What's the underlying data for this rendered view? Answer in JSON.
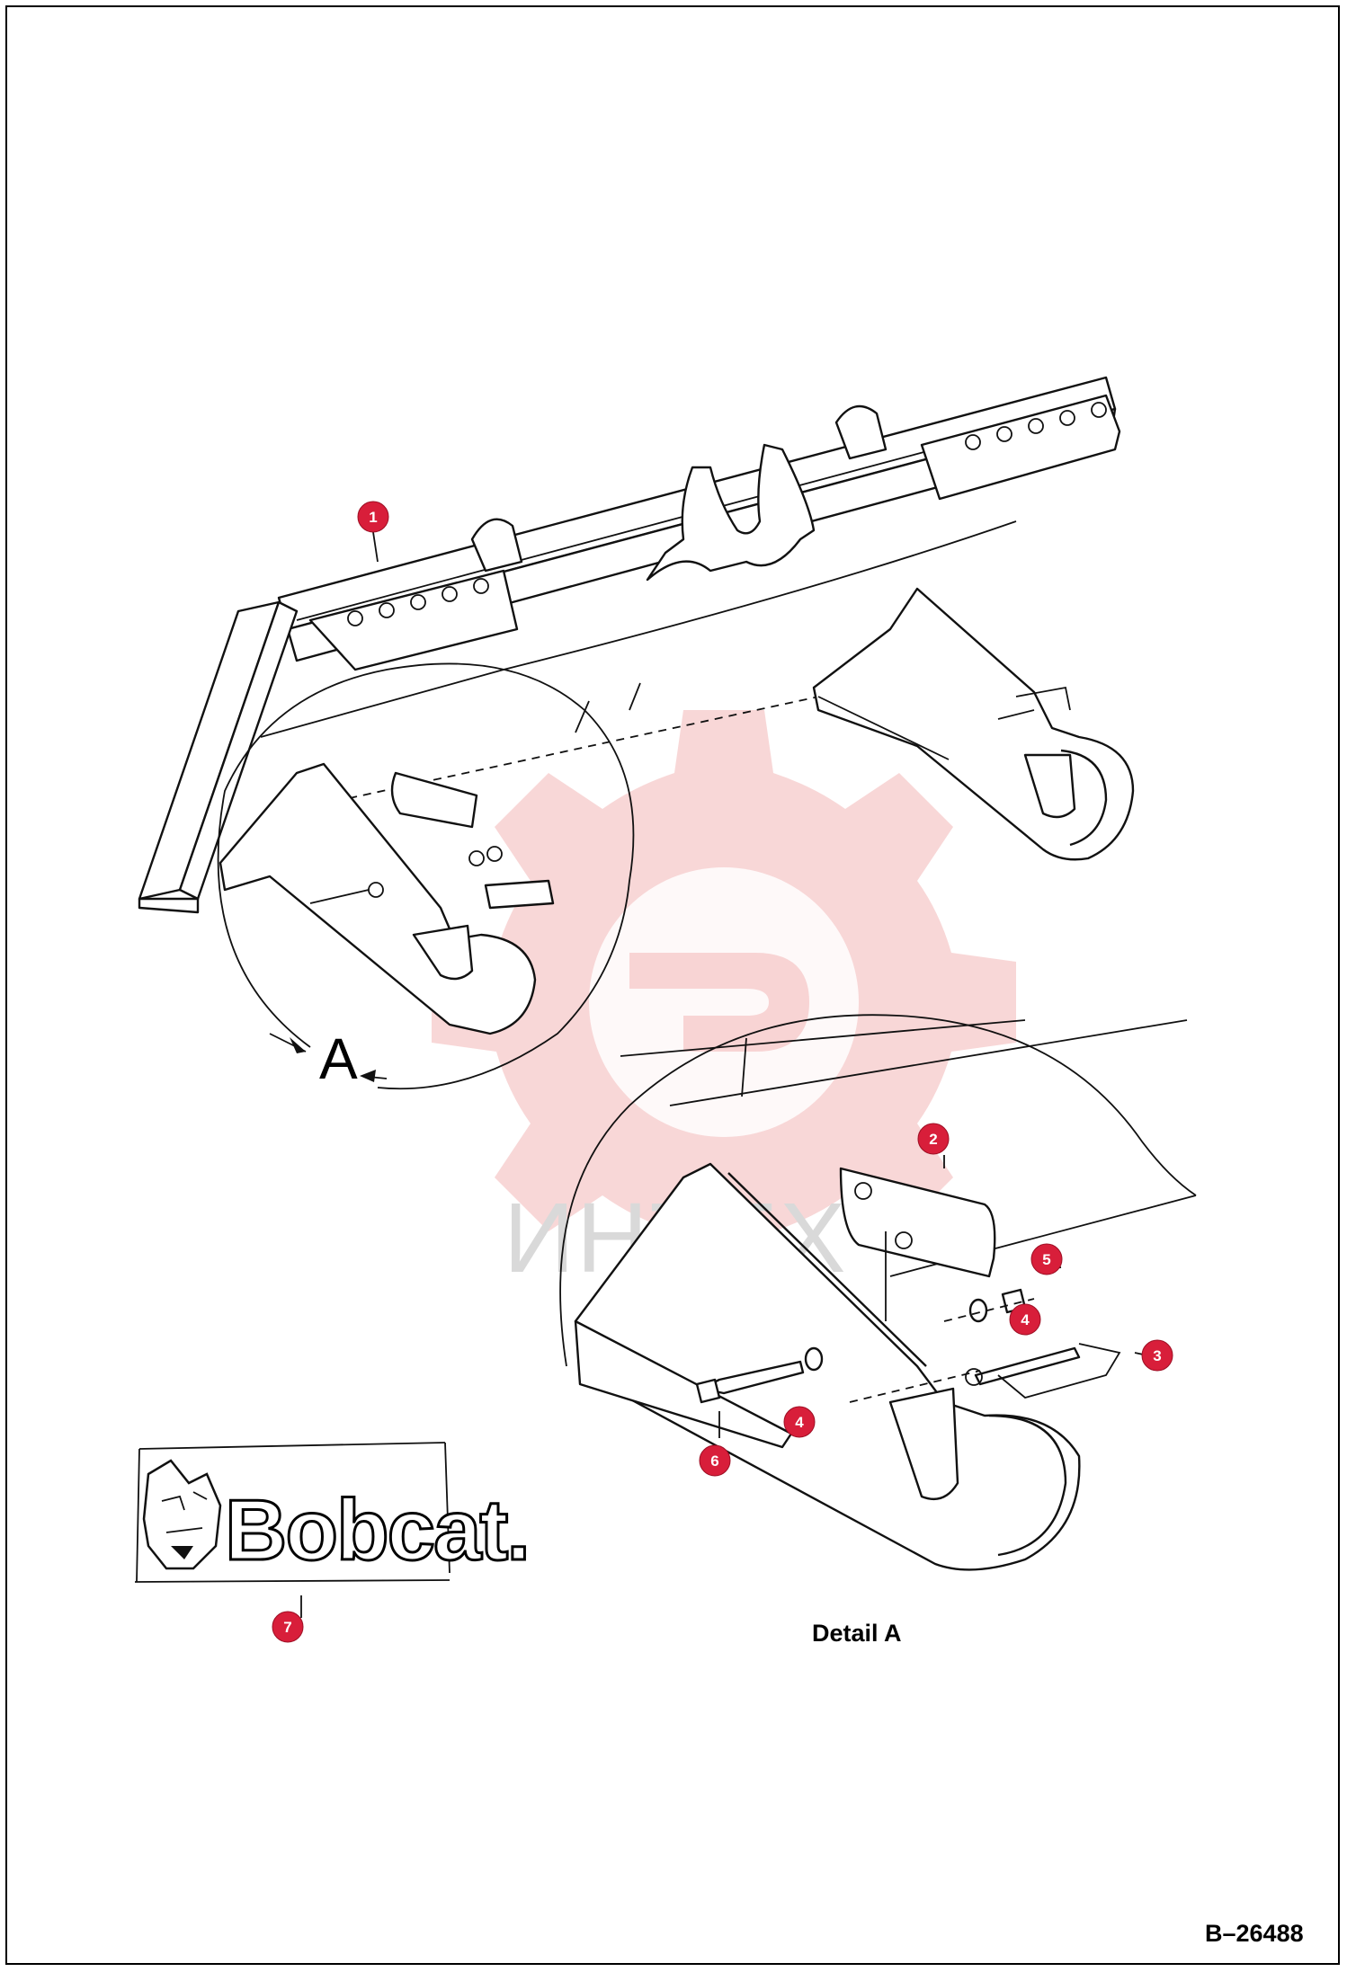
{
  "watermark": {
    "text": "ИНТЕХ",
    "color": "#f3b7b7"
  },
  "view_label": "A",
  "detail_label": "Detail A",
  "figure_number": "B–26488",
  "logo": {
    "brand_text": "Bobcat.",
    "icon": "bobcat-head-logo"
  },
  "callouts": [
    {
      "id": "callout-1",
      "label": "1"
    },
    {
      "id": "callout-2",
      "label": "2"
    },
    {
      "id": "callout-3",
      "label": "3"
    },
    {
      "id": "callout-4a",
      "label": "4"
    },
    {
      "id": "callout-4b",
      "label": "4"
    },
    {
      "id": "callout-5",
      "label": "5"
    },
    {
      "id": "callout-6",
      "label": "6"
    },
    {
      "id": "callout-7",
      "label": "7"
    }
  ],
  "colors": {
    "callout": "#d81e3a",
    "line": "#111111"
  }
}
